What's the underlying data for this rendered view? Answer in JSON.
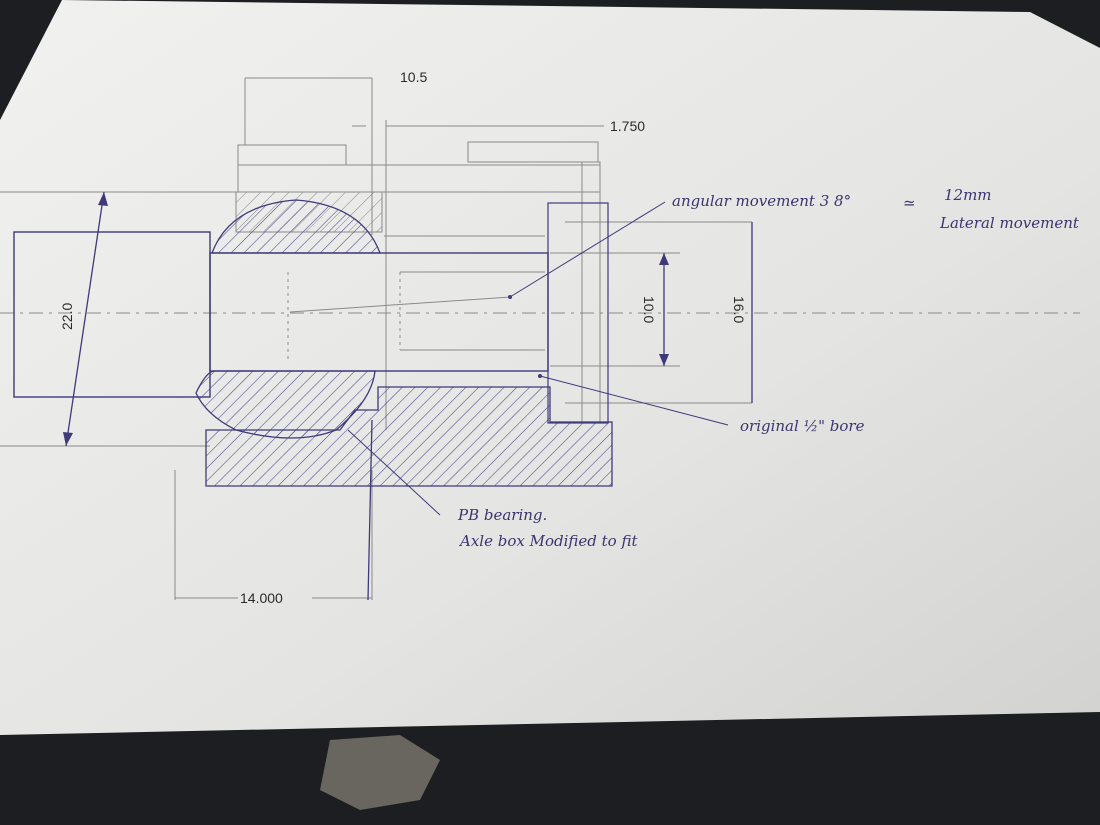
{
  "colors": {
    "background": "#1c1e22",
    "paper": "#e6e6e4",
    "ink": "#3e3a7a",
    "construction_line": "#8a8a8a"
  },
  "dimensions": {
    "top_width": "10.5",
    "top_offset": "1.750",
    "left_height": "22.0",
    "right_bore": "10.0",
    "right_outer": "16.0",
    "bottom_length": "14.000"
  },
  "annotations": {
    "angular_line1": "angular movement 3 8°",
    "approx_sign": "≃",
    "angular_value": "12mm",
    "lateral": "Lateral movement",
    "bore": "original ½\" bore",
    "pb_bearing": "PB bearing.",
    "axle_box": "Axle box Modified to fit"
  }
}
